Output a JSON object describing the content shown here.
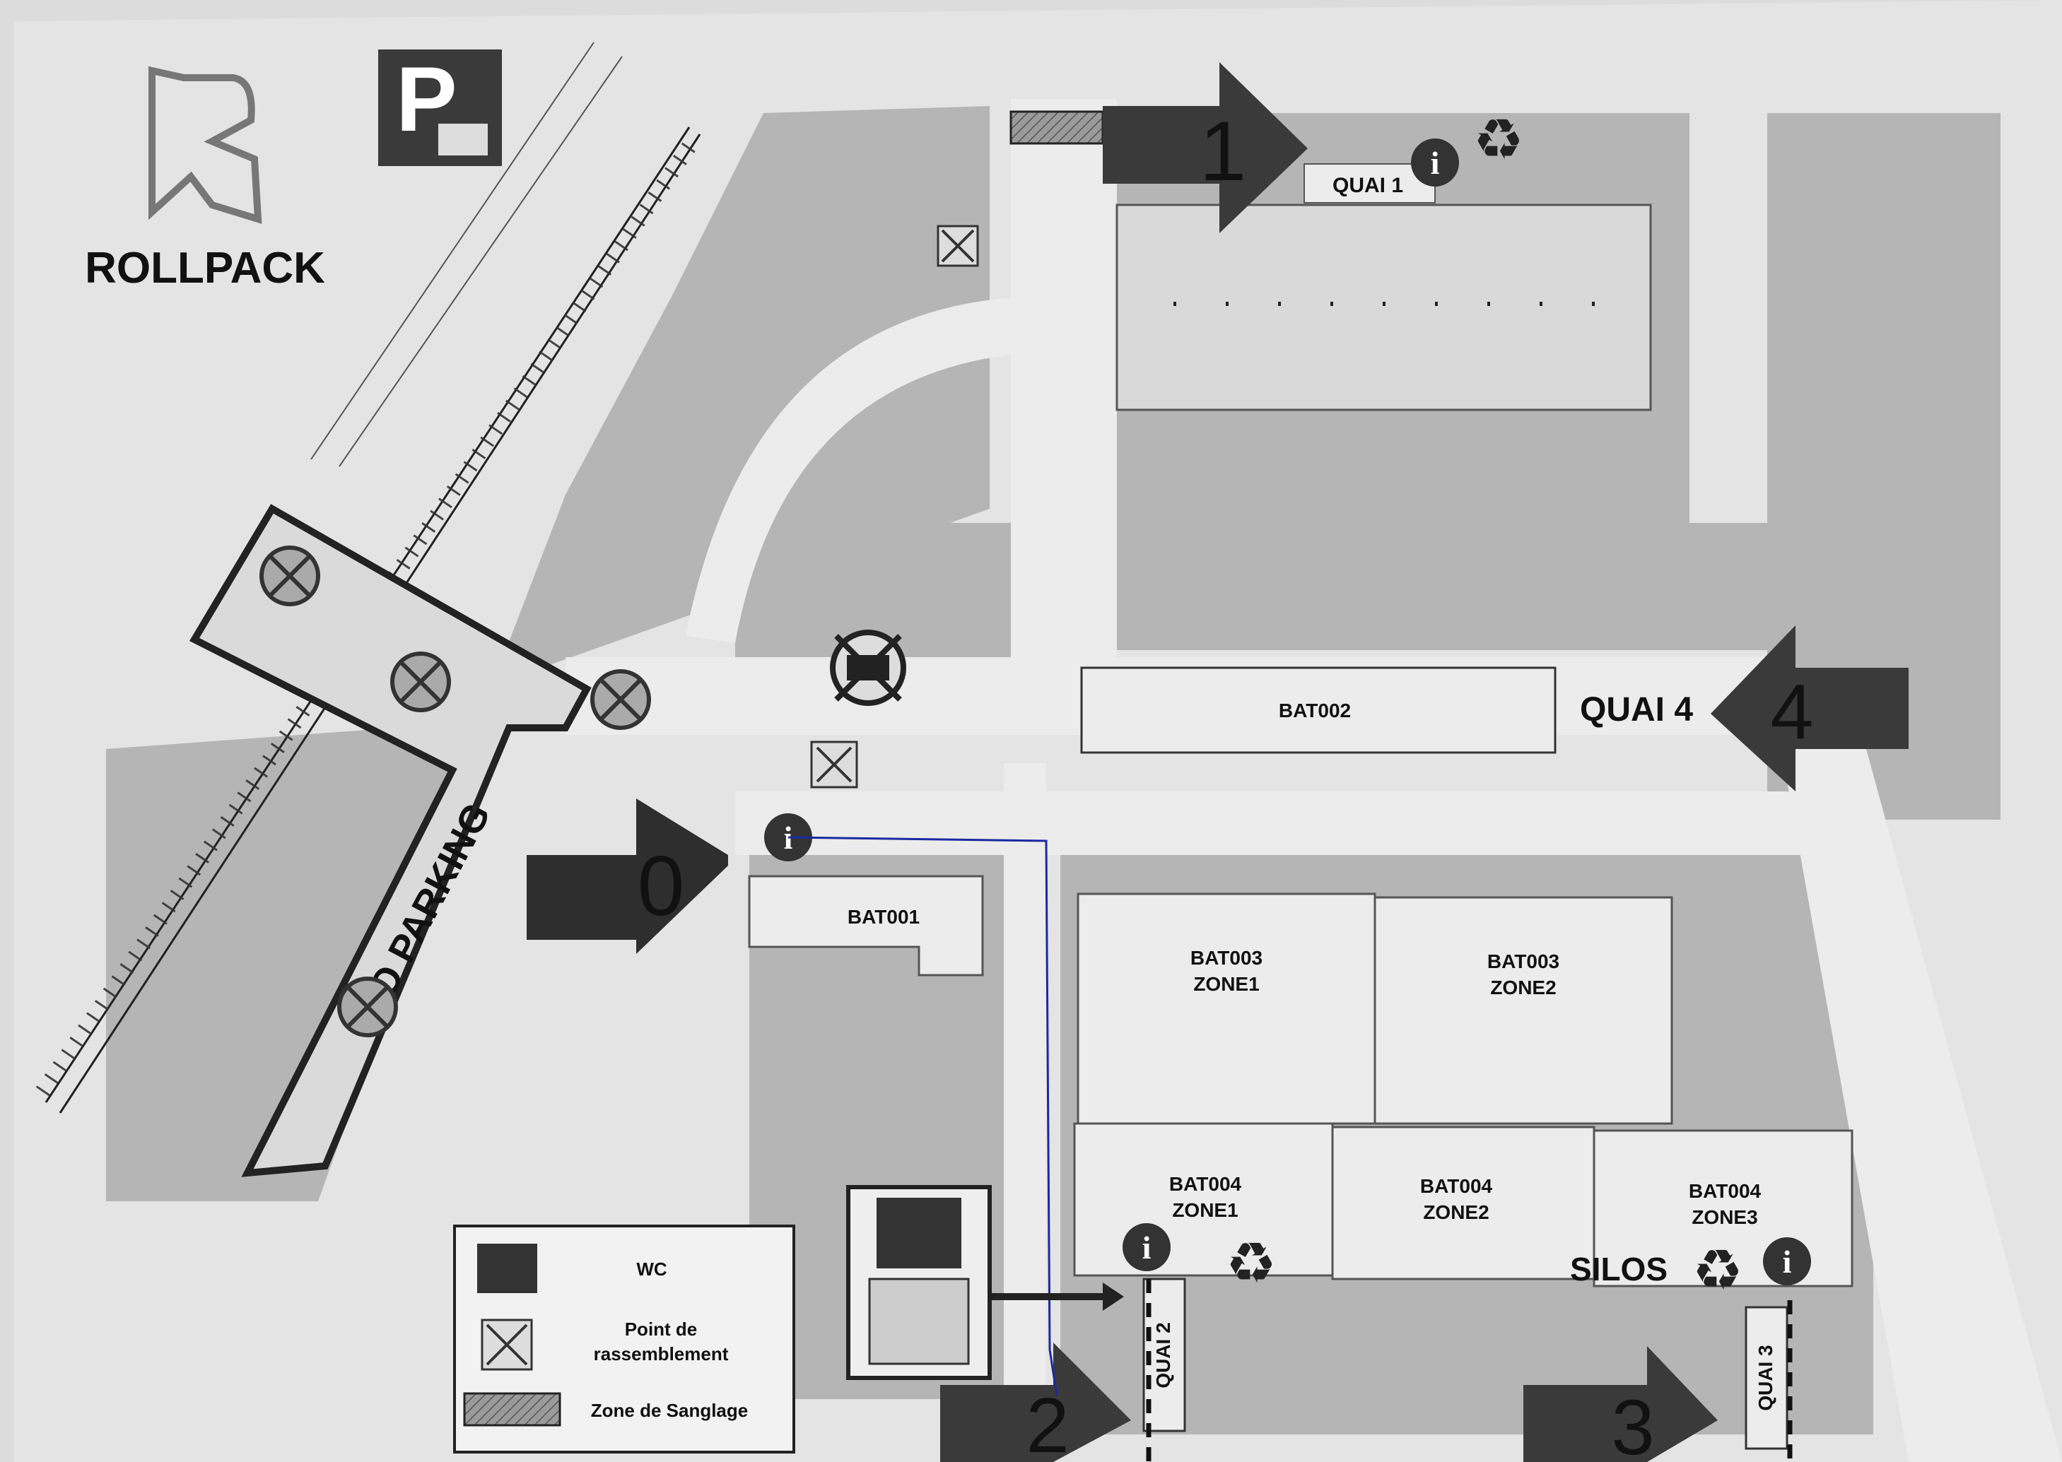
{
  "brand": {
    "name": "ROLLPACK"
  },
  "buildings": {
    "bat001": "BAT001",
    "bat002": "BAT002",
    "bat003_zone1": [
      "BAT003",
      "ZONE1"
    ],
    "bat003_zone2": [
      "BAT003",
      "ZONE2"
    ],
    "bat004_zone1": [
      "BAT004",
      "ZONE1"
    ],
    "bat004_zone2": [
      "BAT004",
      "ZONE2"
    ],
    "bat004_zone3": [
      "BAT004",
      "ZONE3"
    ]
  },
  "quais": {
    "quai1": "QUAI 1",
    "quai2": "QUAI 2",
    "quai3": "QUAI 3",
    "quai4": "QUAI 4"
  },
  "entrances": {
    "e0": "0",
    "e1": "1",
    "e2": "2",
    "e3": "3",
    "e4": "4"
  },
  "silos": "SILOS",
  "no_parking": "NO PARKING",
  "legend": {
    "items": [
      {
        "icon": "wc-icon",
        "label": "WC"
      },
      {
        "icon": "assembly-point-icon",
        "label": "Point de\nrassemblement"
      },
      {
        "icon": "strapping-zone-icon",
        "label": "Zone de Sanglage"
      }
    ]
  },
  "colors": {
    "paper": "#e6e6e6",
    "road": "#e8e8e8",
    "block": "#b4b4b4",
    "dark_arrow": "#3a3a3a",
    "route_line": "#1a2aa0"
  }
}
